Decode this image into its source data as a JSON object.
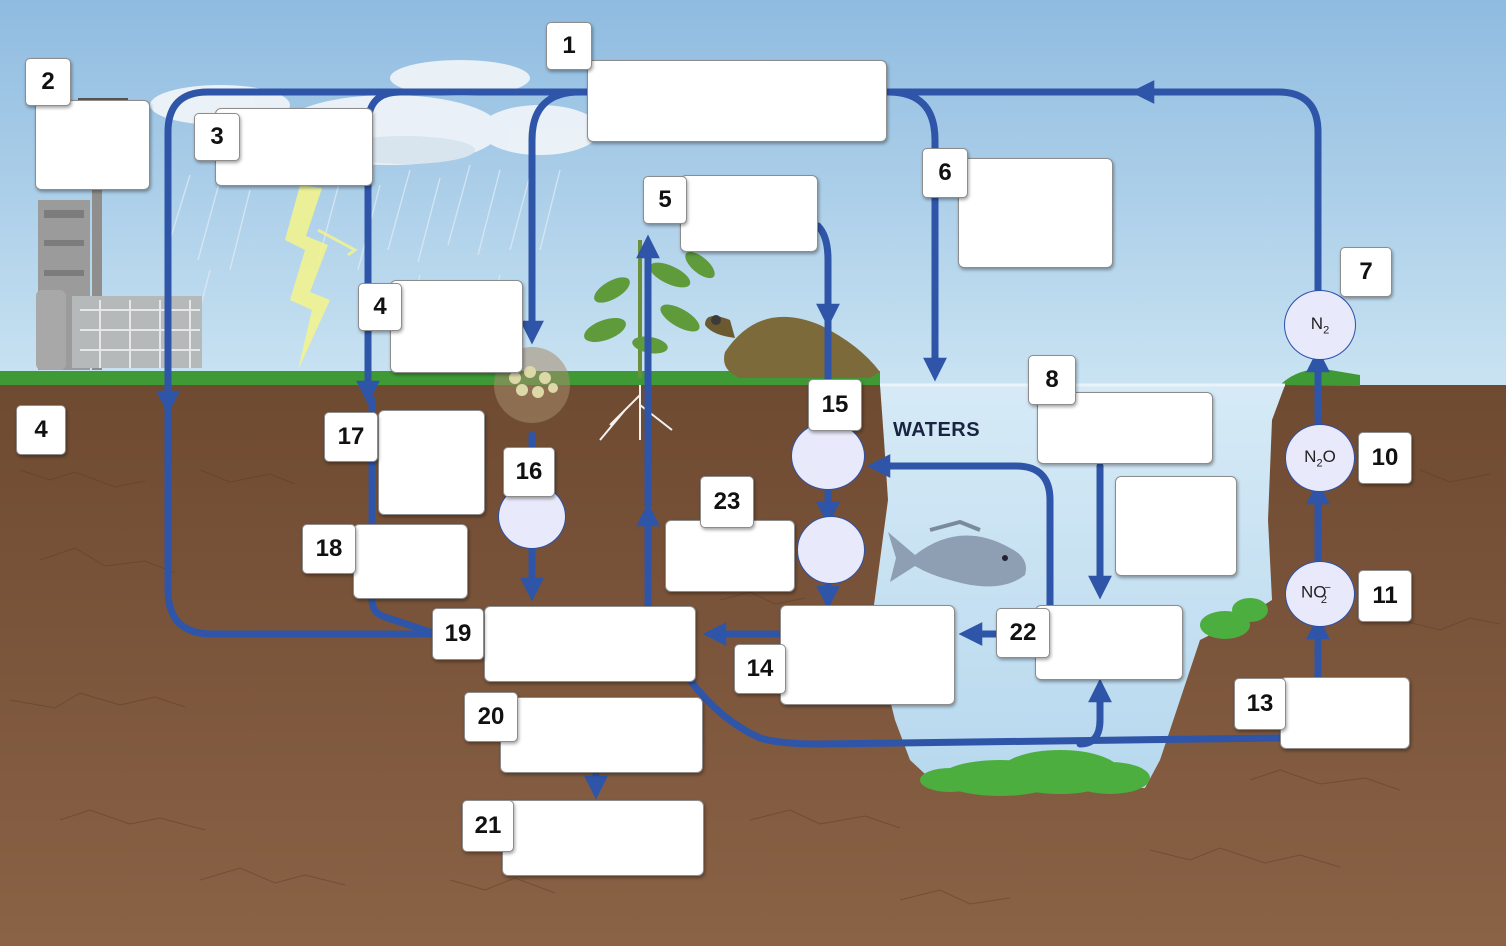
{
  "diagram": {
    "water_label": "WATERS",
    "number_labels": [
      "1",
      "2",
      "3",
      "4",
      "4",
      "5",
      "6",
      "7",
      "8",
      "10",
      "11",
      "13",
      "14",
      "15",
      "16",
      "17",
      "18",
      "19",
      "20",
      "21",
      "22",
      "23"
    ],
    "molecules": {
      "n2": {
        "base": "N",
        "sub": "2"
      },
      "n2o": {
        "pre": "N",
        "sub": "2",
        "post": "O"
      },
      "no2": {
        "base": "NO",
        "sub": "2",
        "sup": "−"
      }
    },
    "colors": {
      "arrow": "#2f55a8",
      "sky": "#a9cde6",
      "soil": "#7a5236",
      "water": "#c9e2f3",
      "grass": "#3f9a35",
      "circle_fill": "#e8e9fa"
    }
  }
}
